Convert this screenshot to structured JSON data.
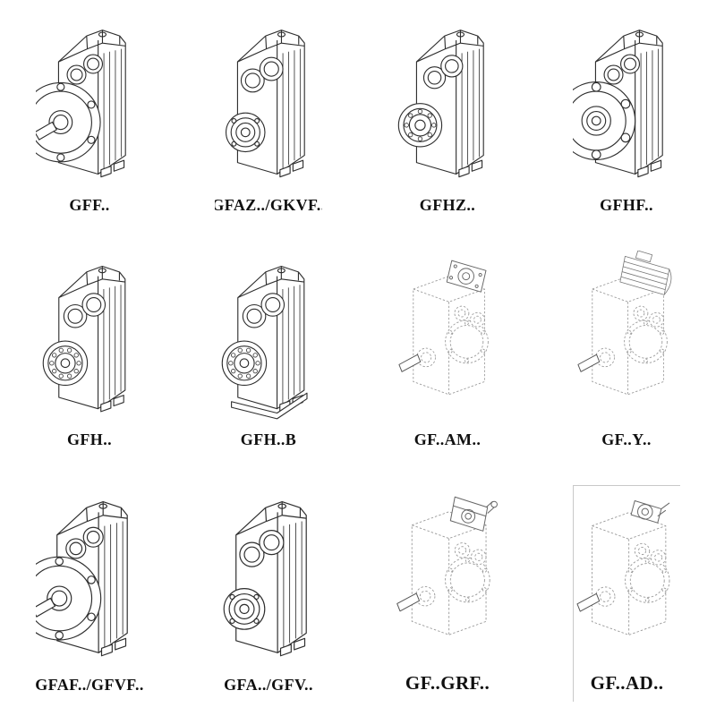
{
  "page": {
    "background": "#ffffff",
    "line_color_solid": "#2e2e2e",
    "line_color_dashed": "#9a9a9a",
    "cell_border_color": "#c8c8c8"
  },
  "catalog": {
    "items": [
      {
        "label": "GFF..",
        "drawing": "gearbox-flange-output-drawing",
        "style": "solid"
      },
      {
        "label": "GFAZ../GKVF..",
        "drawing": "gearbox-hollow-shaft-drawing",
        "style": "solid"
      },
      {
        "label": "GFHZ..",
        "drawing": "gearbox-hollow-bearing-drawing",
        "style": "solid"
      },
      {
        "label": "GFHF..",
        "drawing": "gearbox-flange-hollow-drawing",
        "style": "solid"
      },
      {
        "label": "GFH..",
        "drawing": "gearbox-shrink-disc-drawing",
        "style": "solid"
      },
      {
        "label": "GFH..B",
        "drawing": "gearbox-shrink-disc-base-drawing",
        "style": "solid"
      },
      {
        "label": "GF..AM..",
        "drawing": "gearbox-motor-adapter-drawing",
        "style": "dashed"
      },
      {
        "label": "GF..Y..",
        "drawing": "gearbox-with-motor-drawing",
        "style": "dashed"
      },
      {
        "label": "GFAF../GFVF..",
        "drawing": "gearbox-flange-output-drawing",
        "style": "solid"
      },
      {
        "label": "GFA../GFV..",
        "drawing": "gearbox-hollow-shaft-drawing",
        "style": "solid"
      },
      {
        "label": "GF..GRF..",
        "drawing": "gearbox-input-unit-drawing",
        "style": "dashed"
      },
      {
        "label": "GF..AD..",
        "drawing": "gearbox-input-shaft-drawing",
        "style": "dashed"
      }
    ]
  }
}
